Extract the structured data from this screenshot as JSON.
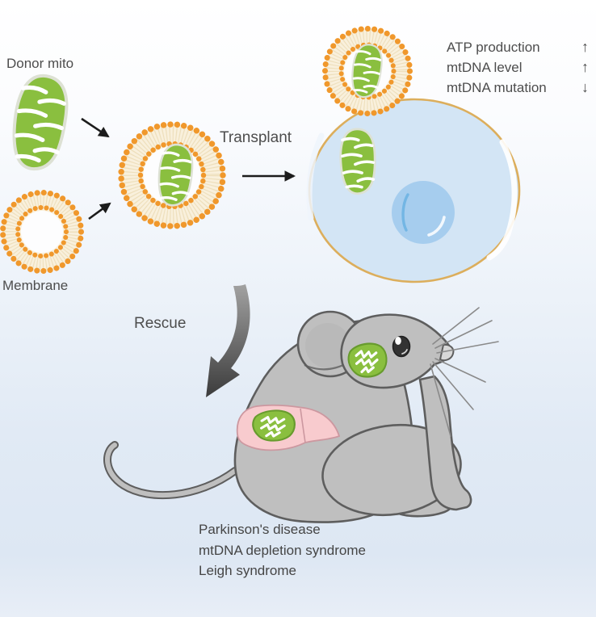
{
  "colors": {
    "bg_top": "#ffffff",
    "bg_bottom": "#dfe8f4",
    "text": "#4d4d4d",
    "mito_green": "#8abf3f",
    "mito_outline": "#dde1d4",
    "mito_dark_outline": "#679b2d",
    "cristae": "#ffffff",
    "bead_orange": "#f0982c",
    "lipid_cream": "#f9f0dc",
    "lipid_tail": "#e9dab2",
    "vesicle_core": "#fdfdfe",
    "cell_fill": "#d3e5f5",
    "cell_stroke": "#dcae5c",
    "nucleus_fill": "#a6cdee",
    "nucleus_stroke": "#66b0e1",
    "mouse_fill": "#bfbfbf",
    "mouse_stroke": "#5e5e5e",
    "whisker": "#8a8a8a",
    "liver_fill": "#f8cbce",
    "liver_stroke": "#cc98a0",
    "arrow_black": "#1c1c1c",
    "rescue_top": "#a2a2a2",
    "rescue_bottom": "#3b3b3b"
  },
  "labels": {
    "donor_mito": "Donor mito",
    "membrane": "Membrane",
    "transplant": "Transplant",
    "rescue": "Rescue"
  },
  "outcomes": [
    {
      "label": "ATP production",
      "arrow": "↑",
      "direction": "up"
    },
    {
      "label": "mtDNA level",
      "arrow": "↑",
      "direction": "up"
    },
    {
      "label": "mtDNA mutation",
      "arrow": "↓",
      "direction": "down"
    }
  ],
  "diseases": [
    "Parkinson's disease",
    "mtDNA depletion syndrome",
    "Leigh syndrome"
  ]
}
